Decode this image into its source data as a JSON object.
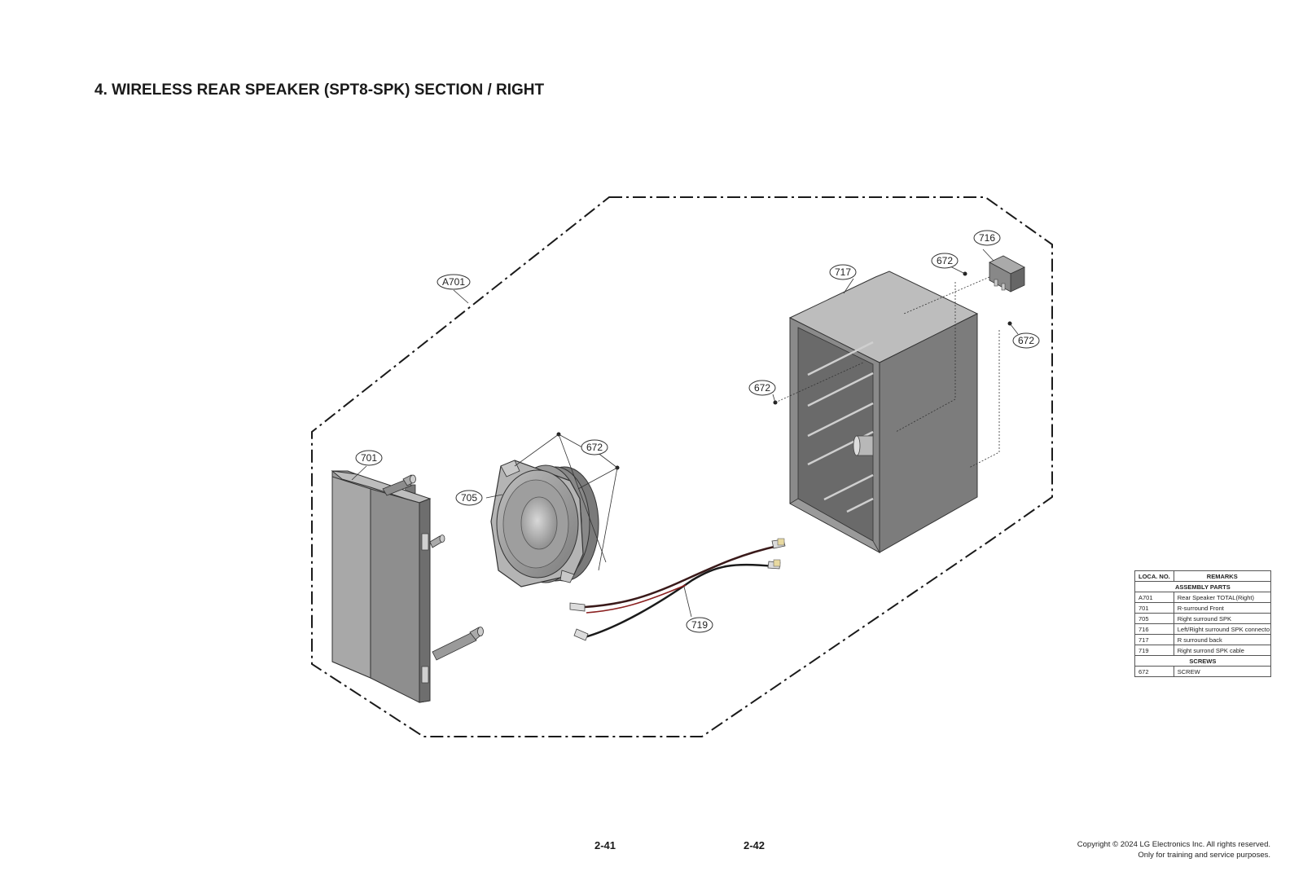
{
  "title": "4. WIRELESS REAR SPEAKER (SPT8-SPK) SECTION / RIGHT",
  "callouts": {
    "a701": "A701",
    "c701": "701",
    "c705": "705",
    "c716": "716",
    "c717": "717",
    "c719": "719",
    "c672_top": "672",
    "c672_right": "672",
    "c672_left": "672",
    "c672_speaker": "672"
  },
  "parts_table": {
    "headers": [
      "LOCA. NO.",
      "REMARKS"
    ],
    "assembly_group": "ASSEMBLY PARTS",
    "assembly_rows": [
      {
        "loc": "A701",
        "remark": "Rear Speaker TOTAL(Right)"
      },
      {
        "loc": "701",
        "remark": "R-surround Front"
      },
      {
        "loc": "705",
        "remark": "Right surround SPK"
      },
      {
        "loc": "716",
        "remark": "Left/Right surround SPK connecto"
      },
      {
        "loc": "717",
        "remark": "R surround back"
      },
      {
        "loc": "719",
        "remark": "Right surrond SPK cable"
      }
    ],
    "screws_group": "SCREWS",
    "screw_rows": [
      {
        "loc": "672",
        "remark": "SCREW"
      }
    ]
  },
  "page_numbers": {
    "left": "2-41",
    "right": "2-42"
  },
  "copyright": {
    "line1": "Copyright © 2024 LG Electronics Inc. All rights reserved.",
    "line2": "Only for training and service purposes."
  }
}
